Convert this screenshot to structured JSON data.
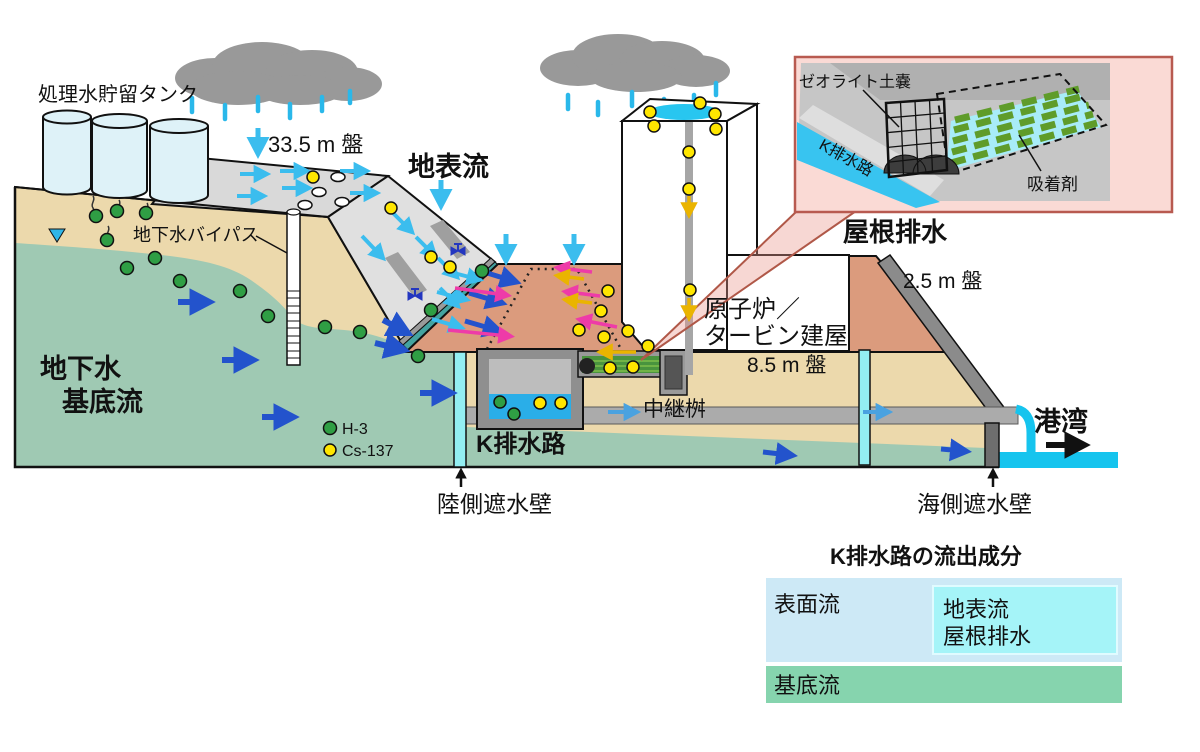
{
  "labels": {
    "tanks": "処理水貯留タンク",
    "level_33_5m": "33.5 m 盤",
    "surface_flow": "地表流",
    "groundwater_bypass": "地下水バイパス",
    "groundwater": "地下水",
    "base_flow": "基底流",
    "legend_h3": "H-3",
    "legend_cs137": "Cs-137",
    "k_drainage": "K排水路",
    "land_side_wall": "陸側遮水壁",
    "relay_basin": "中継桝",
    "building_line1": "原子炉／",
    "building_line2": "タービン建屋",
    "level_8_5m": "8.5 m 盤",
    "level_2_5m": "2.5 m 盤",
    "roof_drainage": "屋根排水",
    "inset_zeolite": "ゼオライト土嚢",
    "inset_adsorbent": "吸着剤",
    "inset_k_drainage": "K排水路",
    "sea_side_wall": "海側遮水壁",
    "harbor": "港湾"
  },
  "legend_table": {
    "title": "K排水路の流出成分",
    "surface_runoff": "表面流",
    "surface_flow": "地表流",
    "roof_drainage": "屋根排水",
    "base_flow": "基底流"
  },
  "colors": {
    "cyan_arrow": "#3bbdee",
    "blue_arrow": "#2353cc",
    "magenta_arrow": "#ee3ba8",
    "gold_arrow": "#eab400",
    "h3_green": "#2f9e44",
    "cs137_yellow": "#ffe600",
    "surface_flow_text": "#49c8f2",
    "base_flow_text": "#1c1cd8",
    "roof_drainage_text": "#e9b400",
    "table_surface_box": "#cde9f6",
    "table_inner_box": "#a5f4f8",
    "table_base_box": "#86d4ae"
  }
}
